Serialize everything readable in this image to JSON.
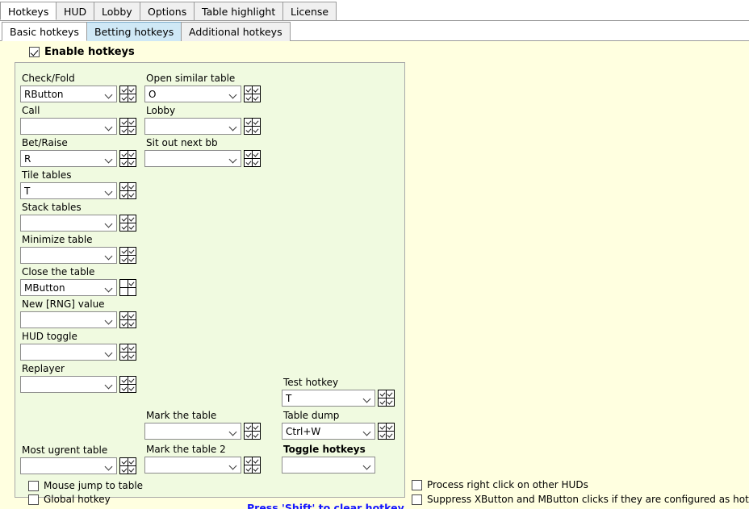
{
  "window": {
    "main_tabs": [
      {
        "label": "Hotkeys",
        "state": "active"
      },
      {
        "label": "HUD",
        "state": "normal"
      },
      {
        "label": "Lobby",
        "state": "normal"
      },
      {
        "label": "Options",
        "state": "normal"
      },
      {
        "label": "Table highlight",
        "state": "normal"
      },
      {
        "label": "License",
        "state": "normal"
      }
    ],
    "sub_tabs": [
      {
        "label": "Basic hotkeys",
        "state": "active"
      },
      {
        "label": "Betting hotkeys",
        "state": "hovered"
      },
      {
        "label": "Additional hotkeys",
        "state": "normal"
      }
    ]
  },
  "enable": {
    "label": "Enable hotkeys",
    "checked": true
  },
  "fields": {
    "check_fold": {
      "label": "Check/Fold",
      "value": "RButton",
      "grid": [
        1,
        1,
        1,
        1
      ]
    },
    "call": {
      "label": "Call",
      "value": "",
      "grid": [
        1,
        1,
        1,
        1
      ]
    },
    "bet_raise": {
      "label": "Bet/Raise",
      "value": "R",
      "grid": [
        1,
        1,
        1,
        1
      ]
    },
    "tile_tables": {
      "label": "Tile tables",
      "value": "T",
      "grid": [
        1,
        1,
        1,
        1
      ]
    },
    "stack_tables": {
      "label": "Stack tables",
      "value": "",
      "grid": [
        1,
        1,
        1,
        1
      ]
    },
    "minimize_table": {
      "label": "Minimize table",
      "value": "",
      "grid": [
        1,
        1,
        1,
        1
      ]
    },
    "close_the_table": {
      "label": "Close the table",
      "value": "MButton",
      "grid": [
        0,
        1,
        0,
        0
      ]
    },
    "new_rng_value": {
      "label": "New [RNG] value",
      "value": "",
      "grid": [
        1,
        1,
        1,
        1
      ]
    },
    "hud_toggle": {
      "label": "HUD toggle",
      "value": "",
      "grid": [
        1,
        1,
        1,
        1
      ]
    },
    "replayer": {
      "label": "Replayer",
      "value": "",
      "grid": [
        1,
        1,
        1,
        1
      ]
    },
    "most_urgent_table": {
      "label": "Most ugrent table",
      "value": "",
      "grid": [
        1,
        1,
        1,
        1
      ]
    },
    "open_similar_table": {
      "label": "Open similar table",
      "value": "O",
      "grid": [
        1,
        1,
        1,
        1
      ]
    },
    "lobby": {
      "label": "Lobby",
      "value": "",
      "grid": [
        1,
        1,
        1,
        1
      ]
    },
    "sit_out_next_bb": {
      "label": "Sit out next bb",
      "value": "",
      "grid": [
        1,
        1,
        1,
        1
      ]
    },
    "mark_the_table": {
      "label": "Mark the table",
      "value": "",
      "grid": [
        1,
        1,
        1,
        1
      ]
    },
    "mark_the_table_2": {
      "label": "Mark the table 2",
      "value": "",
      "grid": [
        1,
        1,
        1,
        1
      ]
    },
    "test_hotkey": {
      "label": "Test hotkey",
      "value": "T",
      "grid": [
        1,
        1,
        1,
        1
      ]
    },
    "table_dump": {
      "label": "Table dump",
      "value": "Ctrl+W",
      "grid": [
        1,
        1,
        1,
        1
      ]
    },
    "toggle_hotkeys": {
      "label": "Toggle hotkeys",
      "value": "",
      "grid": null
    }
  },
  "panel_options": [
    {
      "label": "Mouse jump to table",
      "checked": false
    },
    {
      "label": "Global hotkey",
      "checked": false
    }
  ],
  "shift_hint": "Press 'Shift' to clear hotkey",
  "outer_options": [
    {
      "label": "Process right click on other HUDs",
      "checked": false
    },
    {
      "label": "Suppress XButton and MButton clicks if they are configured as hotkeys",
      "checked": false
    }
  ],
  "colors": {
    "page_background": "#ffffe0",
    "panel_background": "#f0fae0",
    "tab_active": "#ffffff",
    "tab_inactive": "#f0f0f0",
    "tab_hovered": "#cfe8f6",
    "hint_text": "#1414ff"
  }
}
